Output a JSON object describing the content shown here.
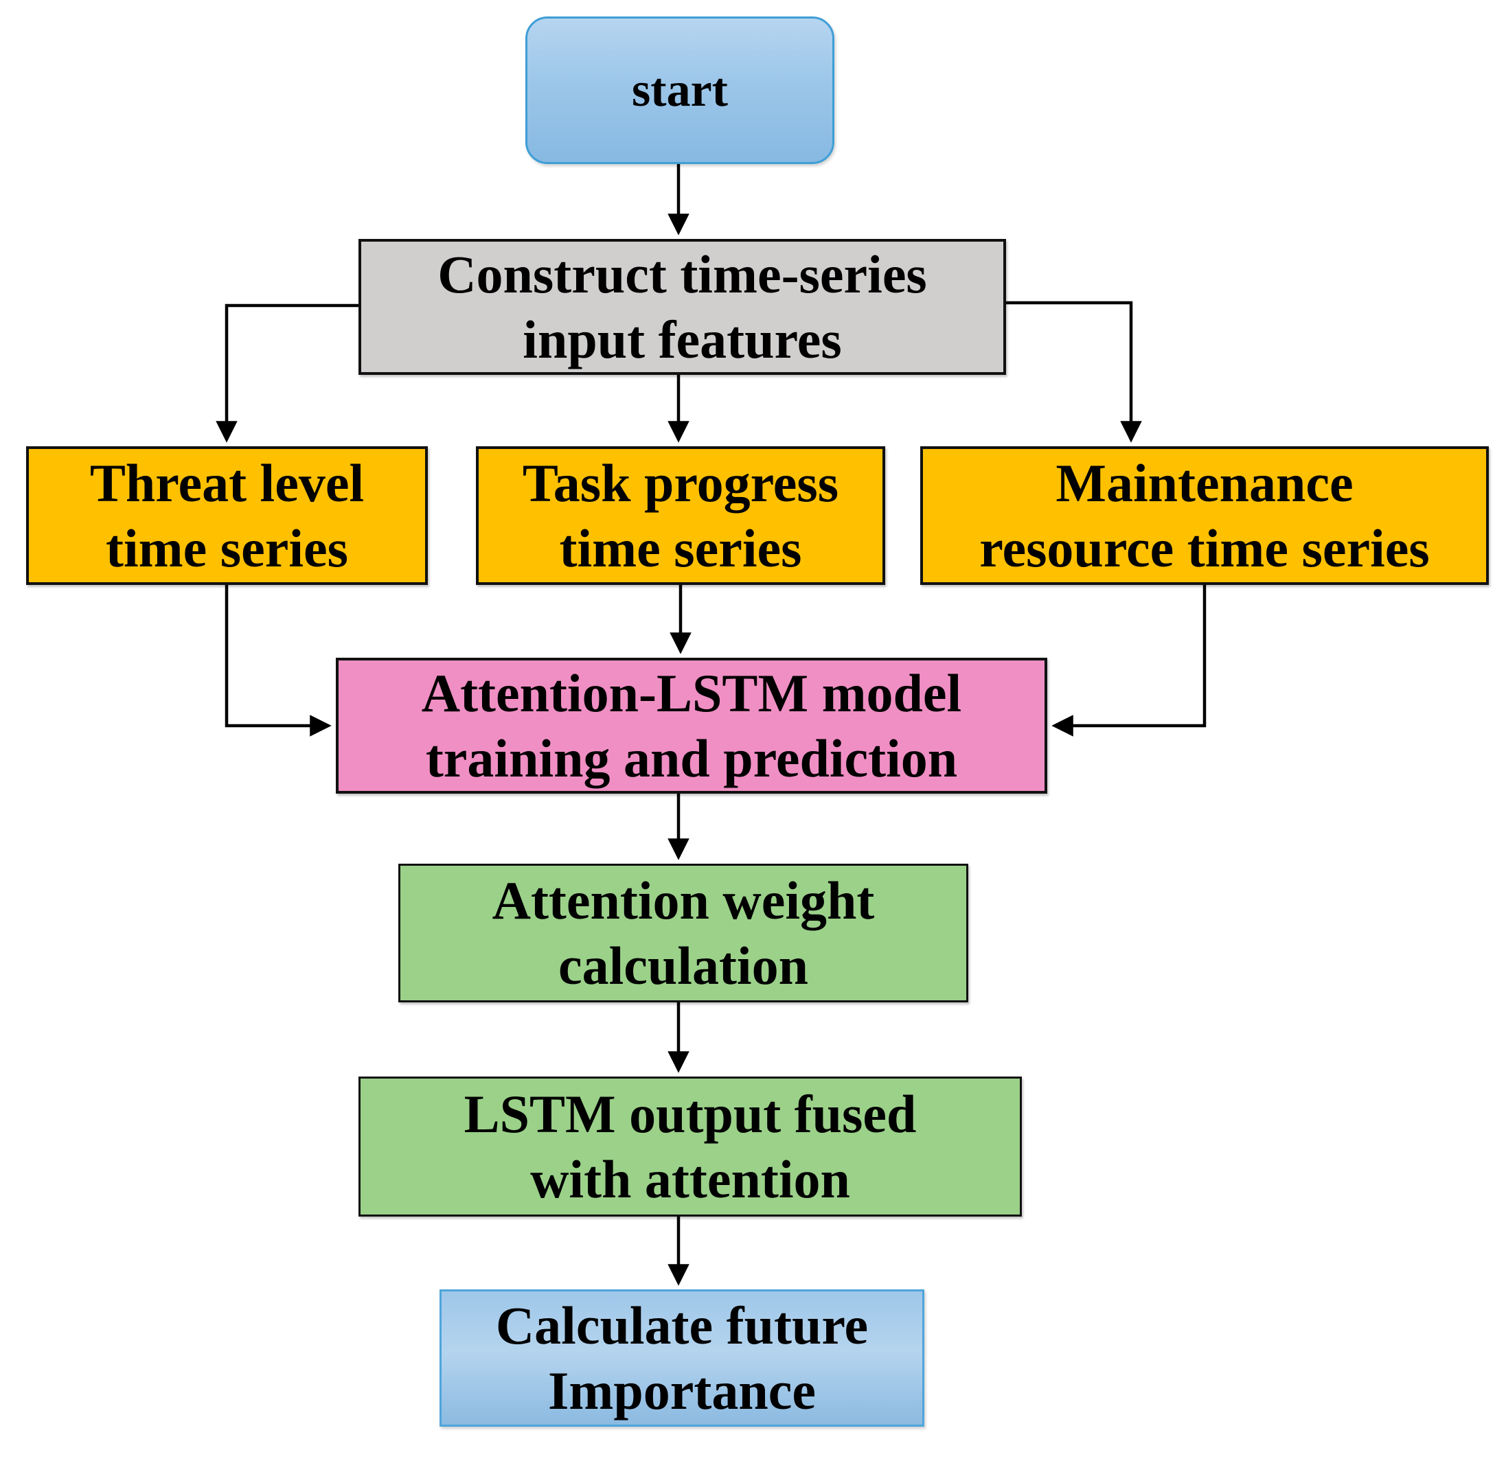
{
  "diagram": {
    "type": "flowchart",
    "nodes": {
      "start": {
        "line1": "start",
        "line2": "",
        "fill": "#9cc6e9",
        "border": "#3f9ed6",
        "shape": "rounded-rect"
      },
      "construct": {
        "line1": "Construct time-series",
        "line2": "input features",
        "fill": "#d1cece",
        "border": "#111111",
        "shape": "rect"
      },
      "threat": {
        "line1": "Threat level",
        "line2": "time series",
        "fill": "#ffc000",
        "border": "#111111",
        "shape": "rect"
      },
      "task": {
        "line1": "Task progress",
        "line2": "time series",
        "fill": "#ffc000",
        "border": "#111111",
        "shape": "rect"
      },
      "maintenance": {
        "line1": "Maintenance",
        "line2": "resource time series",
        "fill": "#ffc000",
        "border": "#111111",
        "shape": "rect"
      },
      "attention_lstm": {
        "line1": "Attention-LSTM model",
        "line2": "training and prediction",
        "fill": "#f08fc4",
        "border": "#111111",
        "shape": "rect"
      },
      "attention_weight": {
        "line1": "Attention weight",
        "line2": "calculation",
        "fill": "#9bd189",
        "border": "#111111",
        "shape": "rect"
      },
      "lstm_fused": {
        "line1": "LSTM output fused",
        "line2": "with attention",
        "fill": "#9bd189",
        "border": "#111111",
        "shape": "rect"
      },
      "calc_importance": {
        "line1": "Calculate future",
        "line2": "Importance",
        "fill": "#a4cbe9",
        "border": "#4fa5db",
        "shape": "rect"
      }
    },
    "edges": [
      {
        "from": "start",
        "to": "construct"
      },
      {
        "from": "construct",
        "to": "threat"
      },
      {
        "from": "construct",
        "to": "task"
      },
      {
        "from": "construct",
        "to": "maintenance"
      },
      {
        "from": "threat",
        "to": "attention_lstm"
      },
      {
        "from": "task",
        "to": "attention_lstm"
      },
      {
        "from": "maintenance",
        "to": "attention_lstm"
      },
      {
        "from": "attention_lstm",
        "to": "attention_weight"
      },
      {
        "from": "attention_weight",
        "to": "lstm_fused"
      },
      {
        "from": "lstm_fused",
        "to": "calc_importance"
      }
    ],
    "edge_color": "#000000"
  }
}
